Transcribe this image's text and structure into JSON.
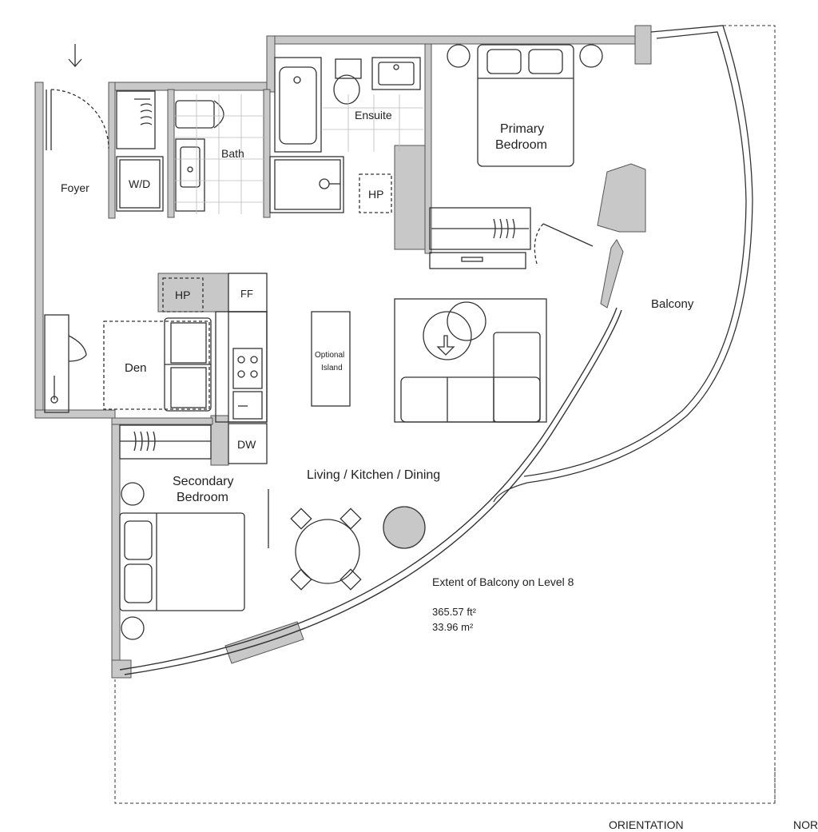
{
  "rooms": {
    "foyer": "Foyer",
    "wd": "W/D",
    "bath": "Bath",
    "ensuite": "Ensuite",
    "primary_bedroom_line1": "Primary",
    "primary_bedroom_line2": "Bedroom",
    "hp_upper": "HP",
    "hp_lower": "HP",
    "ff": "FF",
    "den": "Den",
    "optional_island_line1": "Optional",
    "optional_island_line2": "Island",
    "dw": "DW",
    "balcony": "Balcony",
    "secondary_bedroom_line1": "Secondary",
    "secondary_bedroom_line2": "Bedroom",
    "living": "Living / Kitchen / Dining"
  },
  "balcony_extent": {
    "label": "Extent of Balcony on Level  8",
    "area_ft": "365.57 ft²",
    "area_m": "33.96 m²"
  },
  "footer": {
    "orientation": "ORIENTATION",
    "north": "NOR"
  },
  "colors": {
    "wall_fill": "#c8c8c8",
    "line": "#333333",
    "background": "#ffffff"
  }
}
